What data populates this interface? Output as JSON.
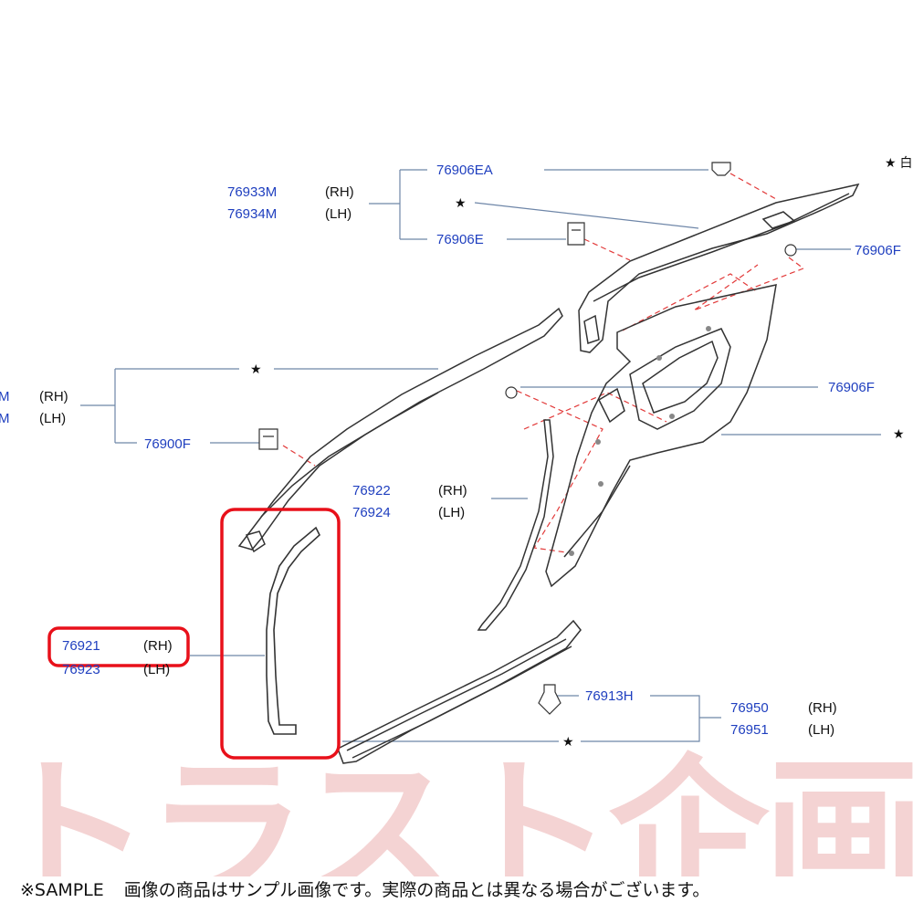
{
  "callouts": {
    "c1": {
      "part": "76906EA"
    },
    "c2": {
      "part": "76933M",
      "side": "(RH)"
    },
    "c3": {
      "part": "76934M",
      "side": "(LH)"
    },
    "c4": {
      "part": "76906E"
    },
    "c5": {
      "part": "76906F"
    },
    "c6": {
      "part": "M",
      "side": "(RH)"
    },
    "c7": {
      "part": "M",
      "side": "(LH)"
    },
    "c8": {
      "part": "76906F"
    },
    "c9": {
      "part": "76900F"
    },
    "c10": {
      "part": "76922",
      "side": "(RH)"
    },
    "c11": {
      "part": "76924",
      "side": "(LH)"
    },
    "c12": {
      "part": "76921",
      "side": "(RH)"
    },
    "c13": {
      "part": "76923",
      "side": "(LH)"
    },
    "c14": {
      "part": "76913H"
    },
    "c15": {
      "part": "76950",
      "side": "(RH)"
    },
    "c16": {
      "part": "76951",
      "side": "(LH)"
    }
  },
  "star_marks": {
    "s1": "★",
    "s2": "★",
    "s3": "★",
    "s4": "★",
    "s5": "★"
  },
  "corner_note": "★ 白",
  "highlight": {
    "color": "#e8101a"
  },
  "colors": {
    "part_number": "#1f3fbf",
    "leader_dash": "#e23a3a",
    "watermark": "#e7a0a0"
  },
  "footer": {
    "sample": "※SAMPLE",
    "note": "画像の商品はサンプル画像です。実際の商品とは異なる場合がございます。"
  },
  "watermark": {
    "text": "トラスト企画"
  }
}
